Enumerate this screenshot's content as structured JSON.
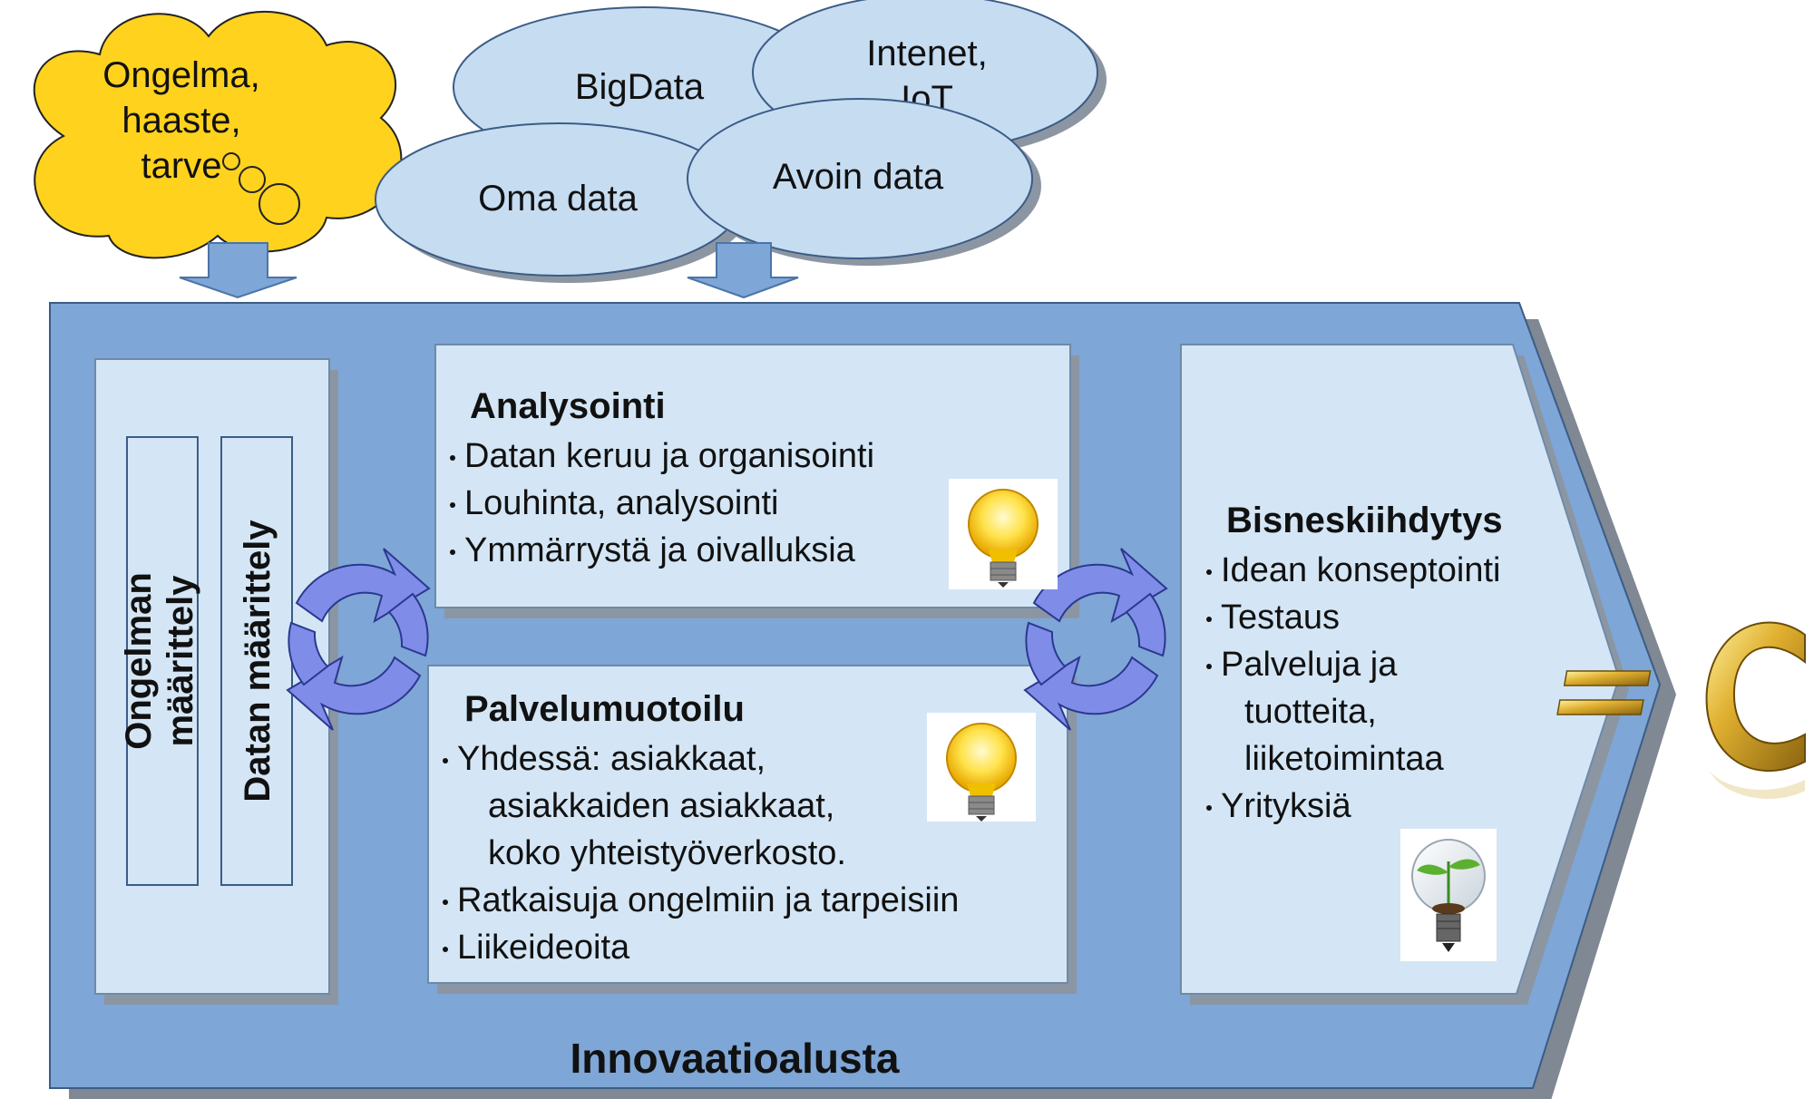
{
  "problem_cloud": {
    "text": [
      "Ongelma,",
      "haaste,",
      "tarve"
    ]
  },
  "data_sources": {
    "bigdata": "BigData",
    "internet": [
      "Intenet,",
      "IoT"
    ],
    "oma_data": "Oma data",
    "avoin_data": "Avoin data"
  },
  "platform": {
    "label": "Innovaatioalusta"
  },
  "left_panel": {
    "col1": [
      "Ongelman",
      "määrittely"
    ],
    "col2": "Datan määrittely"
  },
  "analysointi": {
    "title": "Analysointi",
    "items": [
      "Datan keruu ja organisointi",
      "Louhinta, analysointi",
      "Ymmärrystä ja oivalluksia"
    ]
  },
  "palvelumuotoilu": {
    "title": "Palvelumuotoilu",
    "item1": [
      "Yhdessä: asiakkaat,",
      "asiakkaiden asiakkaat,",
      "koko yhteistyöverkosto."
    ],
    "item2": "Ratkaisuja ongelmiin ja tarpeisiin",
    "item3": "Liikeideoita"
  },
  "bisnes": {
    "title": "Bisneskiihdytys",
    "item1": "Idean konseptointi",
    "item2": "Testaus",
    "item3": [
      "Palveluja ja",
      "tuotteita,",
      "liiketoimintaa"
    ],
    "item4": "Yrityksiä"
  },
  "icons": {
    "bulb_1": "lightbulb-icon",
    "bulb_2": "lightbulb-icon",
    "sprout_bulb": "sprout-lightbulb-icon",
    "cycle_1": "cycle-arrows-icon",
    "cycle_2": "cycle-arrows-icon",
    "euro": "euro-icon"
  },
  "colors": {
    "platform": "#7ea6d6",
    "panel": "#d4e6f5",
    "cloud": "#ffd21e",
    "ellipse": "#c6dcf1",
    "cycle": "#7f8de8",
    "euro": "#c9a020"
  }
}
